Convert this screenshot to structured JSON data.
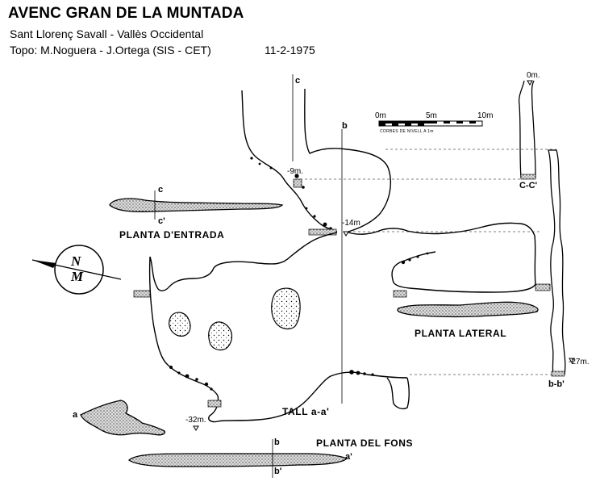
{
  "header": {
    "title": "AVENC GRAN DE LA MUNTADA",
    "location": "Sant Llorenç Savall - Vallès Occidental",
    "survey": "Topo: M.Noguera - J.Ortega (SIS - CET)",
    "date": "11-2-1975"
  },
  "scale": {
    "tick_0": "0m",
    "tick_5": "5m",
    "tick_10": "10m",
    "contour_note": "CORBES DE NIVELL A 1m"
  },
  "compass": {
    "n": "N",
    "m": "M"
  },
  "views": {
    "planta_entrada": "PLANTA D'ENTRADA",
    "planta_lateral": "PLANTA LATERAL",
    "tall": "TALL a-a'",
    "planta_fons": "PLANTA DEL FONS"
  },
  "depths": {
    "d0": "0m.",
    "d9": "-9m.",
    "d14": "-14m",
    "d27": "-27m.",
    "d32": "-32m."
  },
  "sections": {
    "c": "c",
    "c_prime": "c'",
    "b": "b",
    "b_prime": "b'",
    "a": "a",
    "a_prime": "a'",
    "cc": "C-C'",
    "bb": "b-b'"
  },
  "colors": {
    "ink": "#000000",
    "paper": "#ffffff",
    "fill": "#e6e6e6"
  }
}
